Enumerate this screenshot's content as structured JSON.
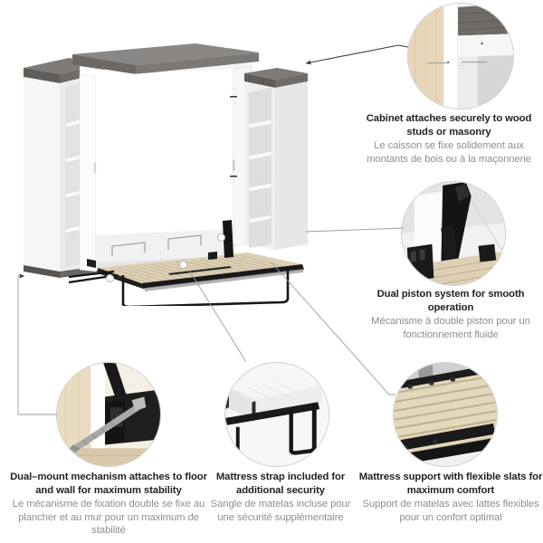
{
  "page": {
    "title": "Murphy bed with bookcases feature callouts",
    "background_color": "#ffffff",
    "heading_color": "#231f20",
    "subtext_color": "#8e8e8e",
    "connector_color": "#9b9b9b"
  },
  "product": {
    "name": "queen-murphy-bed-with-bookcases",
    "description": "Open queen wall bed with slat platform flanked by two tall bookcases with drift-grey tops"
  },
  "callouts": [
    {
      "id": "cabinet-mount",
      "image_name": "cabinet-wall-anchor-photo",
      "heading_en": "Cabinet attaches securely to wood studs or masonry",
      "heading_fr": "Le caisson se fixe solidement aux montants de bois ou à la maçonnerie",
      "heading_en_lines": [
        "Cabinet attaches securely to",
        "wood studs or masonry"
      ],
      "heading_fr_lines": [
        "Le caisson se fixe solidement aux",
        "montants de bois ou à la maçonnerie"
      ]
    },
    {
      "id": "dual-piston",
      "image_name": "dual-piston-mechanism-photo",
      "heading_en": "Dual piston system for smooth operation",
      "heading_fr": "Mécanisme à double piston pour un fonctionnement fluide",
      "heading_en_lines": [
        "Dual piston system for",
        "smooth operation"
      ],
      "heading_fr_lines": [
        "Mécanisme à double piston pour",
        "un fonctionnement fluide"
      ]
    },
    {
      "id": "dual-mount",
      "image_name": "dual-mount-floor-wall-bracket-photo",
      "heading_en": "Dual–mount mechanism attaches to floor and wall for maximum stability",
      "heading_fr": "Le mécanisme de fixation double se fixe au plancher et au mur pour un maximum de stabilité",
      "heading_en_lines": [
        "Dual–mount mechanism attaches to",
        "floor and wall for maximum stability"
      ],
      "heading_fr_lines": [
        "Le mécanisme de fixation double se",
        "fixe au plancher et au mur pour un",
        "maximum de stabilité"
      ]
    },
    {
      "id": "mattress-strap",
      "image_name": "mattress-strap-photo",
      "heading_en": "Mattress strap included for additional security",
      "heading_fr": "Sangle de matelas incluse pour une sécurité supplémentaire",
      "heading_en_lines": [
        "Mattress strap included",
        "for additional security"
      ],
      "heading_fr_lines": [
        "Sangle de matelas",
        "incluse pour une sécurité",
        "supplémentaire"
      ]
    },
    {
      "id": "mattress-support",
      "image_name": "flexible-slats-photo",
      "heading_en": "Mattress support with flexible slats for maximum comfort",
      "heading_fr": "Support de matelas avec lattes flexibles pour un confort optimal",
      "heading_en_lines": [
        "Mattress support with flexible",
        "slats for maximum comfort"
      ],
      "heading_fr_lines": [
        "Support de matelas avec lattes",
        "flexibles pour un confort optimal"
      ]
    }
  ]
}
